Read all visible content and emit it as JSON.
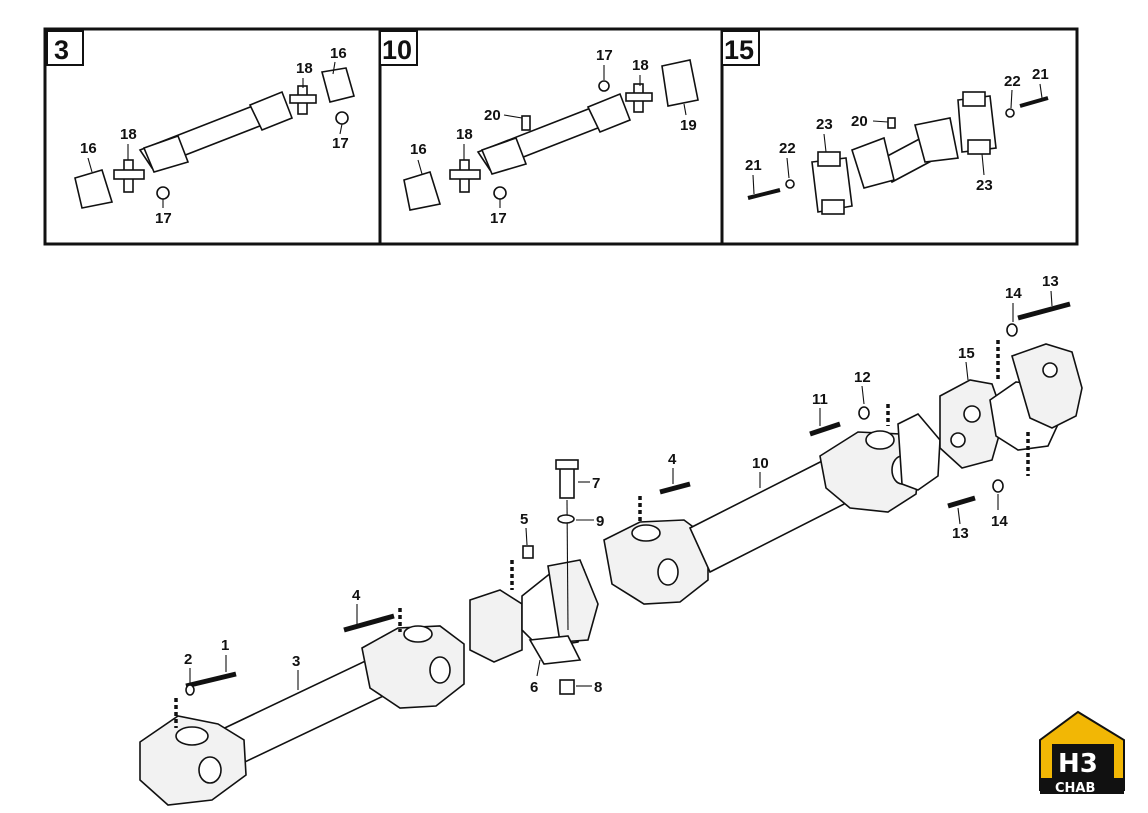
{
  "insets": [
    {
      "number": "3",
      "callouts": [
        "16",
        "18",
        "16",
        "18",
        "17",
        "17"
      ]
    },
    {
      "number": "10",
      "callouts": [
        "17",
        "18",
        "20",
        "19",
        "16",
        "18",
        "17"
      ]
    },
    {
      "number": "15",
      "callouts": [
        "22",
        "21",
        "23",
        "20",
        "21",
        "22",
        "23"
      ]
    }
  ],
  "main": {
    "callouts": [
      "1",
      "2",
      "3",
      "4",
      "4",
      "5",
      "6",
      "7",
      "8",
      "9",
      "10",
      "11",
      "12",
      "13",
      "13",
      "14",
      "14",
      "15"
    ]
  },
  "logo": {
    "text": "CHAB",
    "mark": "H3",
    "color_bg": "#f2b705",
    "color_fg": "#111111"
  }
}
